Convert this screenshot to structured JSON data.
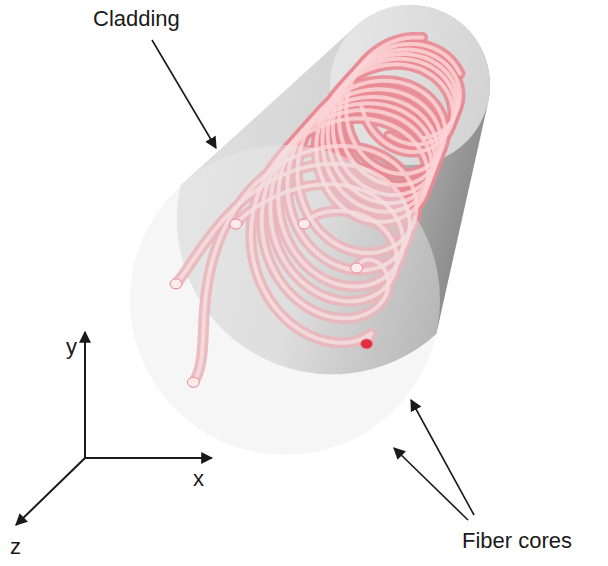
{
  "diagram": {
    "labels": [
      "Cladding",
      "Fiber cores",
      "y",
      "x",
      "z"
    ]
  }
}
